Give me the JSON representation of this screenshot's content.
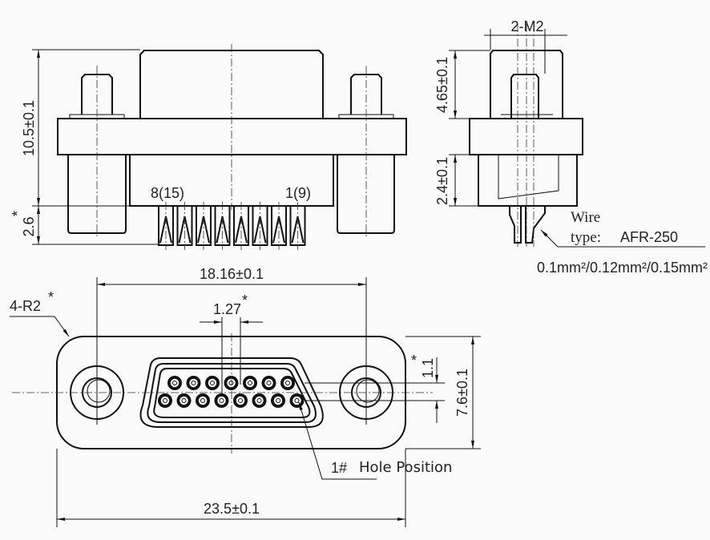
{
  "front_elevation": {
    "height_dim": "10.5±0.1",
    "pin_length_dim": "2.6",
    "pin_length_mark": "*",
    "pin_label_left": "8(15)",
    "pin_label_right": "1(9)"
  },
  "side_view": {
    "thread_dim": "2-M2",
    "upper_height_dim": "4.65±0.1",
    "lower_height_dim": "2.4±0.1",
    "wire_label_line1": "Wire",
    "wire_label_prefix": "type:",
    "wire_type": "AFR-250",
    "wire_sizes": "0.1mm²/0.12mm²/0.15mm²"
  },
  "plan_view": {
    "mount_spacing_dim": "18.16±0.1",
    "pitch_dim": "1.27",
    "pitch_mark": "*",
    "corner_radius_dim": "4-R2",
    "corner_radius_mark": "*",
    "row_spacing_dim": "1.1",
    "row_spacing_mark": "*",
    "width_dim": "7.6±0.1",
    "length_dim": "23.5±0.1",
    "hole_marker": "1#",
    "hole_label": "Hole Position",
    "top_row_count": 7,
    "bottom_row_count": 8
  }
}
